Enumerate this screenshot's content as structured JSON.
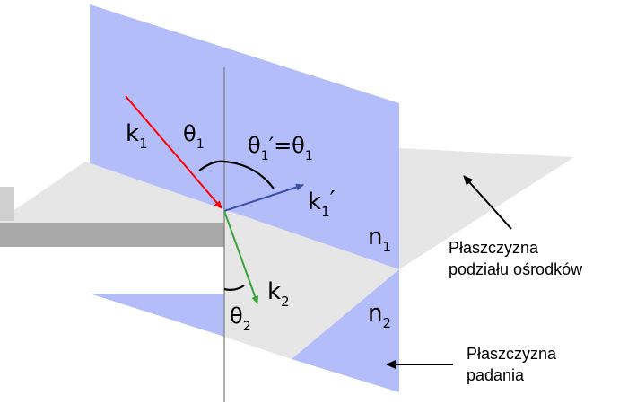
{
  "labels": {
    "k1": "k",
    "k1_sub": "1",
    "theta1": "θ",
    "theta1_sub": "1",
    "reflection_lhs": "θ",
    "reflection_lhs_sub": "1",
    "reflection_prime": "′",
    "reflection_eq": "=",
    "reflection_rhs": "θ",
    "reflection_rhs_sub": "1",
    "k1_prime": "k",
    "k1_prime_sub": "1",
    "k1_prime_mark": "′",
    "n1": "n",
    "n1_sub": "1",
    "k2": "k",
    "k2_sub": "2",
    "theta2": "θ",
    "theta2_sub": "2",
    "n2": "n",
    "n2_sub": "2"
  },
  "callouts": {
    "boundary_plane_line1": "Płaszczyzna",
    "boundary_plane_line2": "podziału ośrodków",
    "incidence_plane_line1": "Płaszczyzna",
    "incidence_plane_line2": "padania"
  },
  "colors": {
    "incidence_plane": "#b3bdf9",
    "boundary_plane": "#e6e6e6",
    "slab_dark": "#a8a8a8",
    "incident_ray": "#ff0000",
    "reflected_ray": "#3c4fa8",
    "refracted_ray": "#3aa33a",
    "normal_line": "#7a7a7a"
  }
}
